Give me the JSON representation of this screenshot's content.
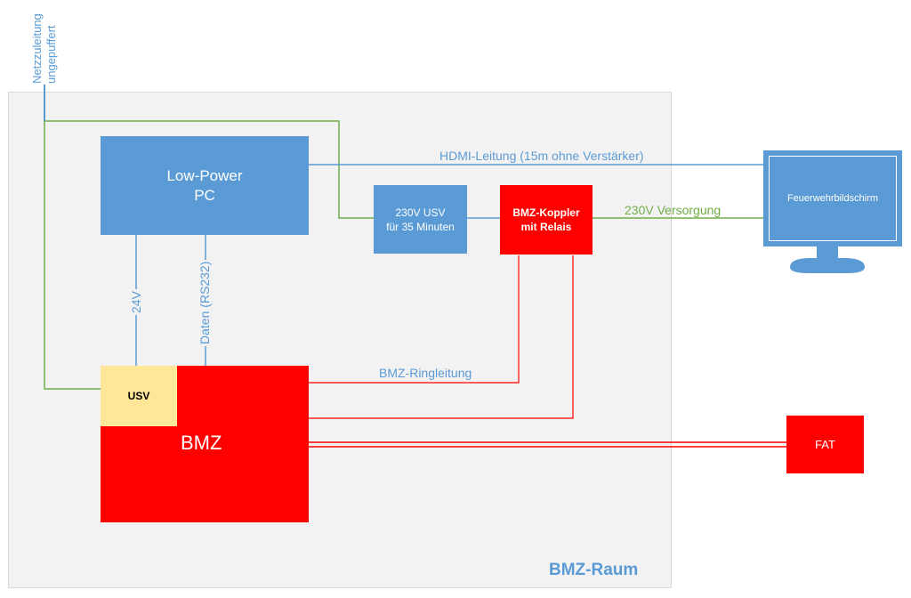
{
  "room": {
    "label": "BMZ-Raum"
  },
  "mains": {
    "line1": "Netzzuleitung",
    "line2": "ungepuffert"
  },
  "pc": {
    "line1": "Low-Power",
    "line2": "PC"
  },
  "ups": {
    "line1": "230V USV",
    "line2": "für 35 Minuten"
  },
  "coupler": {
    "line1": "BMZ-Koppler",
    "line2": "mit Relais"
  },
  "monitor": {
    "label": "Feuerwehrbildschirm"
  },
  "bmz": {
    "label": "BMZ"
  },
  "usv": {
    "label": "USV"
  },
  "fat": {
    "label": "FAT"
  },
  "connections": {
    "hdmi": "HDMI-Leitung (15m ohne Verstärker)",
    "supply": "230V Versorgung",
    "v24": "24V",
    "rs232": "Daten (RS232)",
    "ring": "BMZ-Ringleitung"
  },
  "colors": {
    "blue": "#5b9bd5",
    "green": "#70ad47",
    "red": "#ff0000",
    "usv": "#ffe699",
    "room": "#f2f2f2"
  }
}
